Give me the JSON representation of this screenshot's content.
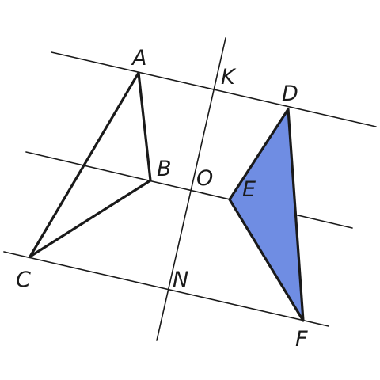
{
  "colors": {
    "line": "#1a1a1a",
    "triangle_fill": "#6f8de3",
    "background": "#ffffff"
  },
  "points": {
    "A": "A",
    "B": "B",
    "C": "C",
    "D": "D",
    "E": "E",
    "F": "F",
    "K": "K",
    "O": "O",
    "N": "N"
  }
}
